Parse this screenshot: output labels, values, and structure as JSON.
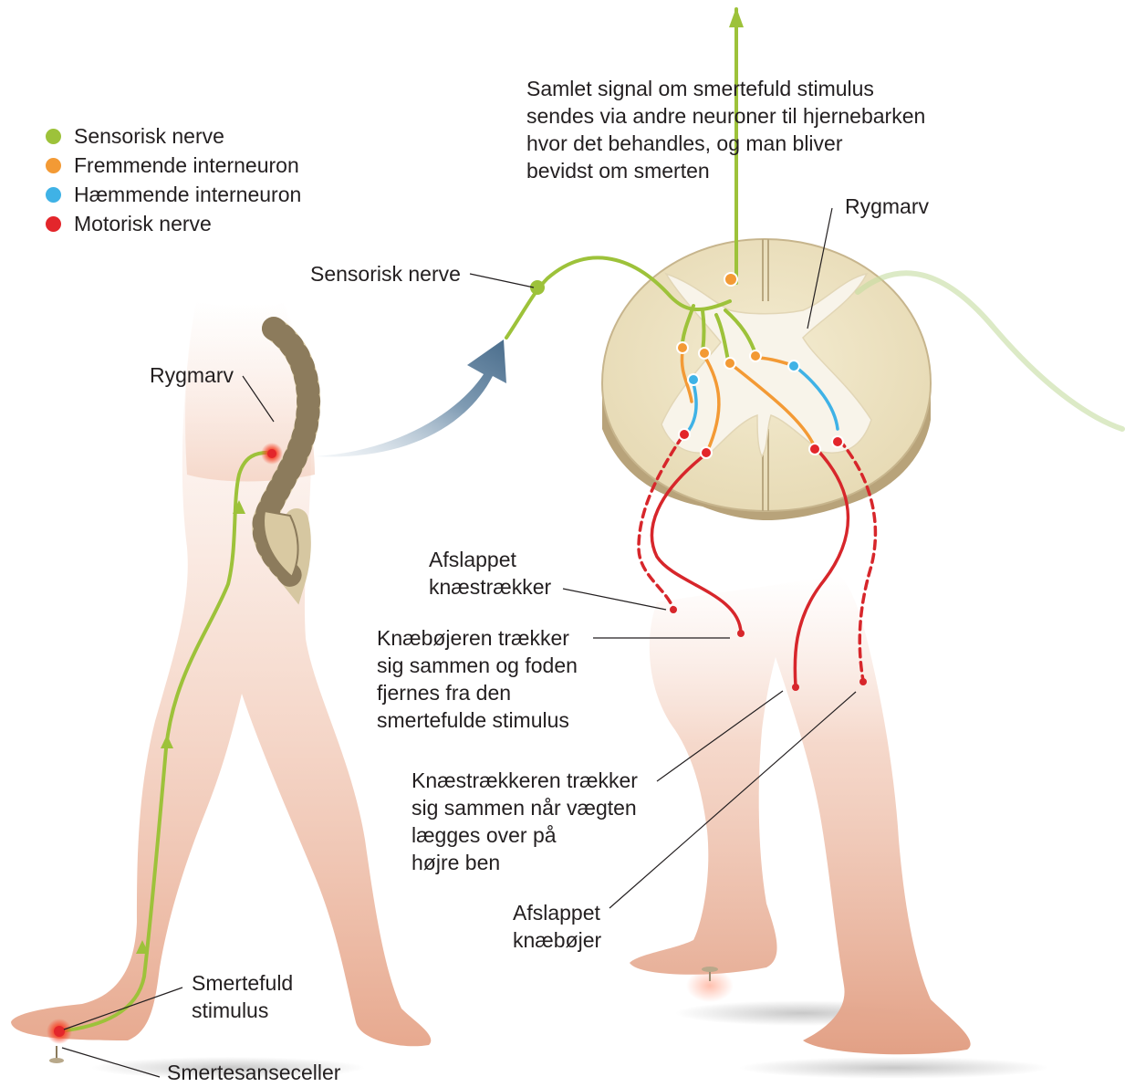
{
  "legend": {
    "items": [
      {
        "label": "Sensorisk nerve",
        "color": "#9dc23a"
      },
      {
        "label": "Fremmende interneuron",
        "color": "#f39a35"
      },
      {
        "label": "Hæmmende interneuron",
        "color": "#3fb2e6"
      },
      {
        "label": "Motorisk nerve",
        "color": "#e3262b"
      }
    ]
  },
  "labels": {
    "signal_line1": "Samlet signal om smertefuld stimulus",
    "signal_line2": "sendes via andre neuroner til hjernebarken",
    "signal_line3": "hvor det behandles, og man bliver",
    "signal_line4": "bevidst om smerten",
    "rygmarv_right": "Rygmarv",
    "sensorisk_nerve": "Sensorisk nerve",
    "rygmarv_left": "Rygmarv",
    "afslappet_knaestraekker_1": "Afslappet",
    "afslappet_knaestraekker_2": "knæstrækker",
    "knaeboejer_1": "Knæbøjeren trækker",
    "knaeboejer_2": "sig sammen og foden",
    "knaeboejer_3": "fjernes fra den",
    "knaeboejer_4": "smertefulde stimulus",
    "knaestraekker_1": "Knæstrækkeren trækker",
    "knaestraekker_2": "sig sammen når vægten",
    "knaestraekker_3": "lægges over på",
    "knaestraekker_4": "højre ben",
    "afslappet_knaeboejer_1": "Afslappet",
    "afslappet_knaeboejer_2": "knæbøjer",
    "smertefuld_1": "Smertefuld",
    "smertefuld_2": "stimulus",
    "smertesanseceller": "Smertesanseceller"
  },
  "colors": {
    "sensory": "#9dc23a",
    "excitatory": "#f39a35",
    "inhibitory": "#3fb2e6",
    "motor": "#d7262b",
    "skin": "#f0c2ad",
    "cord_white": "#ece2c2",
    "arrow_blue": "#4a6d8c"
  }
}
